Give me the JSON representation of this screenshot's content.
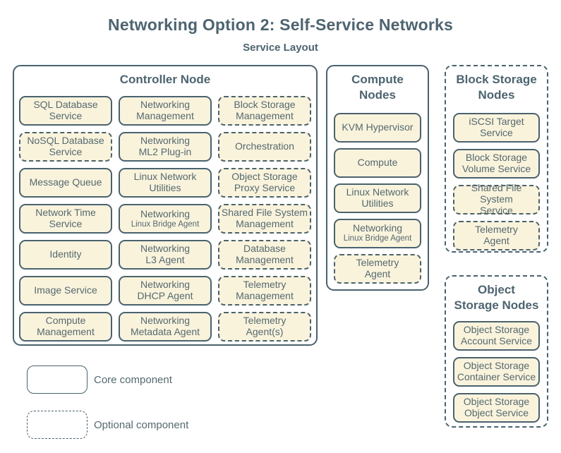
{
  "title": "Networking Option 2: Self-Service Networks",
  "subtitle": "Service Layout",
  "colors": {
    "border": "#4a626f",
    "heading": "#4d6470",
    "text": "#54696f",
    "box_fill": "#faf3dc",
    "background": "#ffffff"
  },
  "groups": [
    {
      "id": "controller",
      "title_lines": [
        "Controller Node"
      ],
      "border": "solid",
      "services": [
        {
          "lines": [
            "SQL Database",
            "Service"
          ],
          "type": "core"
        },
        {
          "lines": [
            "Networking",
            "Management"
          ],
          "type": "core"
        },
        {
          "lines": [
            "Block Storage",
            "Management"
          ],
          "type": "optional"
        },
        {
          "lines": [
            "NoSQL Database",
            "Service"
          ],
          "type": "optional"
        },
        {
          "lines": [
            "Networking",
            "ML2 Plug-in"
          ],
          "type": "core"
        },
        {
          "lines": [
            "Orchestration"
          ],
          "type": "optional"
        },
        {
          "lines": [
            "Message Queue"
          ],
          "type": "core"
        },
        {
          "lines": [
            "Linux Network",
            "Utilities"
          ],
          "type": "core"
        },
        {
          "lines": [
            "Object Storage",
            "Proxy Service"
          ],
          "type": "optional"
        },
        {
          "lines": [
            "Network Time",
            "Service"
          ],
          "type": "core"
        },
        {
          "lines": [
            "Networking"
          ],
          "small_lines": [
            "Linux Bridge Agent"
          ],
          "type": "core"
        },
        {
          "lines": [
            "Shared File System",
            "Management"
          ],
          "type": "optional"
        },
        {
          "lines": [
            "Identity"
          ],
          "type": "core"
        },
        {
          "lines": [
            "Networking",
            "L3 Agent"
          ],
          "type": "core"
        },
        {
          "lines": [
            "Database",
            "Management"
          ],
          "type": "optional"
        },
        {
          "lines": [
            "Image Service"
          ],
          "type": "core"
        },
        {
          "lines": [
            "Networking",
            "DHCP Agent"
          ],
          "type": "core"
        },
        {
          "lines": [
            "Telemetry",
            "Management"
          ],
          "type": "optional"
        },
        {
          "lines": [
            "Compute",
            "Management"
          ],
          "type": "core"
        },
        {
          "lines": [
            "Networking",
            "Metadata Agent"
          ],
          "type": "core"
        },
        {
          "lines": [
            "Telemetry",
            "Agent(s)"
          ],
          "type": "optional"
        }
      ]
    },
    {
      "id": "compute",
      "title_lines": [
        "Compute",
        "Nodes"
      ],
      "border": "solid",
      "services": [
        {
          "lines": [
            "KVM Hypervisor"
          ],
          "type": "core"
        },
        {
          "lines": [
            "Compute"
          ],
          "type": "core"
        },
        {
          "lines": [
            "Linux Network",
            "Utilities"
          ],
          "type": "core"
        },
        {
          "lines": [
            "Networking"
          ],
          "small_lines": [
            "Linux Bridge Agent"
          ],
          "type": "core"
        },
        {
          "lines": [
            "Telemetry",
            "Agent"
          ],
          "type": "optional"
        }
      ]
    },
    {
      "id": "block-storage",
      "title_lines": [
        "Block Storage",
        "Nodes"
      ],
      "border": "dashed",
      "services": [
        {
          "lines": [
            "iSCSI Target",
            "Service"
          ],
          "type": "core"
        },
        {
          "lines": [
            "Block Storage",
            "Volume Service"
          ],
          "type": "core"
        },
        {
          "lines": [
            "Shared File System",
            "Service"
          ],
          "type": "optional"
        },
        {
          "lines": [
            "Telemetry",
            "Agent"
          ],
          "type": "optional"
        }
      ]
    },
    {
      "id": "object-storage",
      "title_lines": [
        "Object",
        "Storage Nodes"
      ],
      "border": "dashed",
      "services": [
        {
          "lines": [
            "Object Storage",
            "Account Service"
          ],
          "type": "core"
        },
        {
          "lines": [
            "Object Storage",
            "Container Service"
          ],
          "type": "core"
        },
        {
          "lines": [
            "Object Storage",
            "Object Service"
          ],
          "type": "core"
        }
      ]
    }
  ],
  "legend": {
    "items": [
      {
        "label": "Core component",
        "style": "solid"
      },
      {
        "label": "Optional component",
        "style": "dashed"
      }
    ]
  }
}
